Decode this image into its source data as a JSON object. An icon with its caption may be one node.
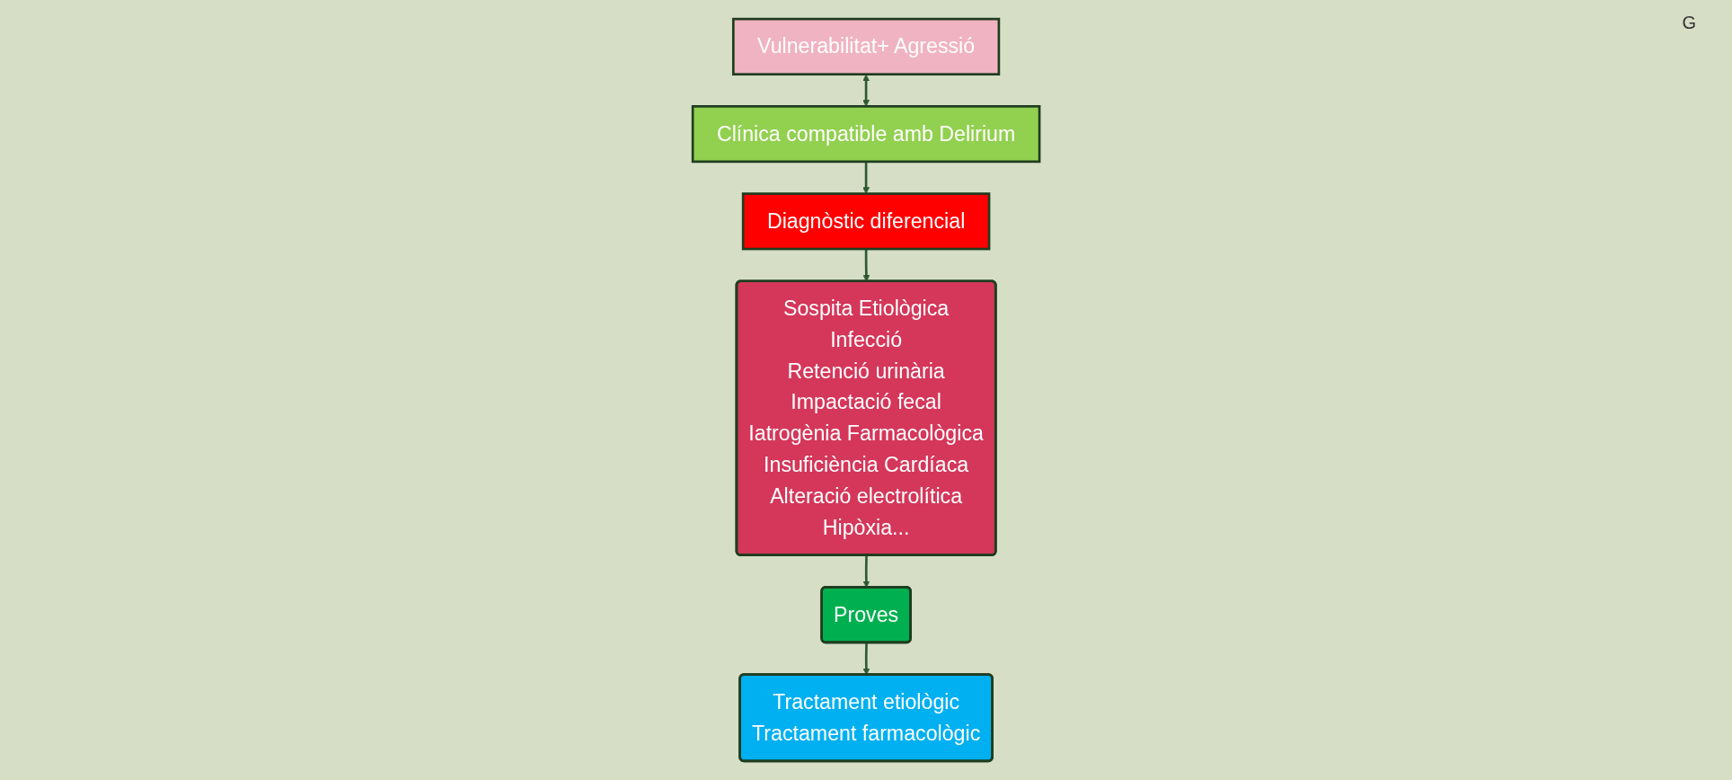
{
  "diagram": {
    "nodes": [
      {
        "text": [
          "Vulnerabilitat+ Agressió"
        ]
      },
      {
        "text": [
          "Clínica compatible amb Delirium"
        ]
      },
      {
        "text": [
          "Diagnòstic diferencial"
        ]
      },
      {
        "text": [
          "Sospita Etiològica",
          "Infecció",
          "Retenció urinària",
          "Impactació fecal",
          "Iatrogènia Farmacològica",
          "Insuficiència Cardíaca",
          "Alteració electrolítica",
          "Hipòxia..."
        ]
      },
      {
        "text": [
          "Proves"
        ]
      },
      {
        "text": [
          "Tractament etiològic",
          "Tractament farmacològic"
        ]
      }
    ],
    "edges": [
      {
        "from": 0,
        "to": 1,
        "arrow": "both"
      },
      {
        "from": 1,
        "to": 2,
        "arrow": "to"
      },
      {
        "from": 2,
        "to": 3,
        "arrow": "to"
      },
      {
        "from": 3,
        "to": 4,
        "arrow": "to"
      },
      {
        "from": 4,
        "to": 5,
        "arrow": "to"
      }
    ],
    "labels": [
      "G"
    ]
  }
}
